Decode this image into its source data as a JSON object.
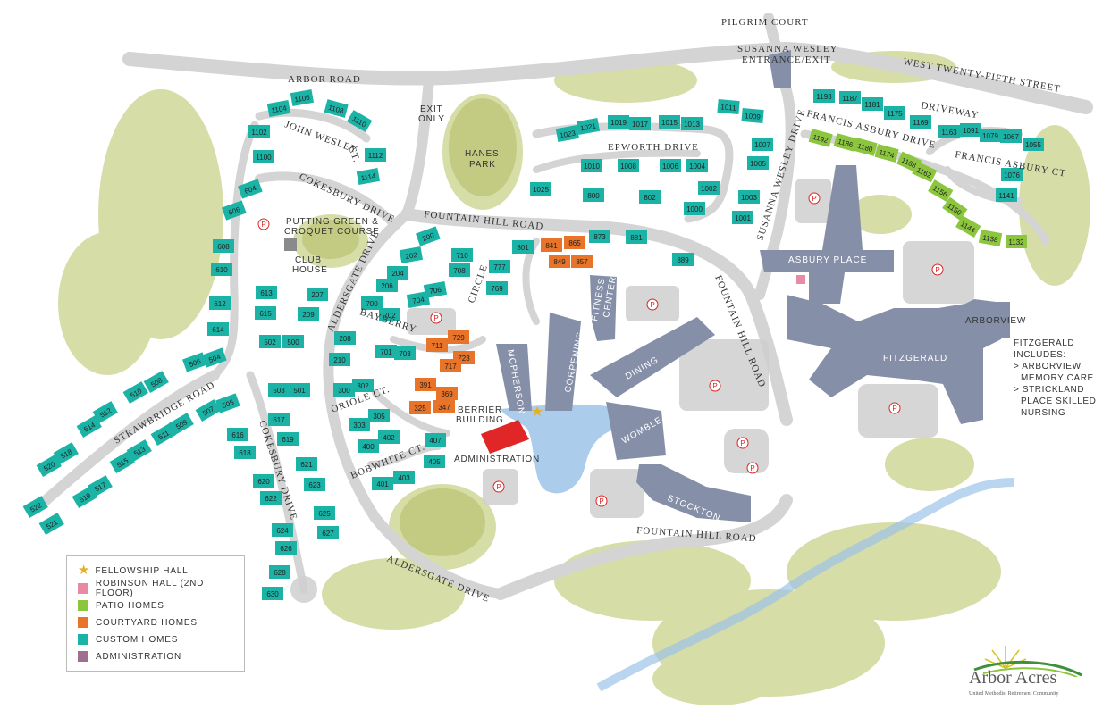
{
  "colors": {
    "custom_homes": "#1bb3a6",
    "patio_homes": "#8cc63f",
    "courtyard_homes": "#e8742a",
    "administration": "#9e6f8e",
    "robinson_hall": "#e88aa4",
    "buildings": "#8590a8",
    "berrier": "#e02626",
    "roads": "#d4d4d4",
    "trees": "#c9d28a",
    "water": "#9cc3e8",
    "parking": "#cfcfcf"
  },
  "roads": {
    "pilgrim_court": "PILGRIM COURT",
    "susanna_wesley_entrance": "SUSANNA WESLEY",
    "entrance_exit": "ENTRANCE/EXIT",
    "west_25th": "WEST TWENTY-FIFTH STREET",
    "arbor_road": "ARBOR ROAD",
    "driveway": "DRIVEWAY",
    "exit_only_1": "EXIT",
    "exit_only_2": "ONLY",
    "john_wesley": "JOHN WESLEY",
    "ct": "CT.",
    "francis_asbury_drive": "FRANCIS ASBURY DRIVE",
    "francis_asbury_ct": "FRANCIS ASBURY CT",
    "epworth_drive": "EPWORTH DRIVE",
    "cokesbury_drive_top": "COKESBURY DRIVE",
    "fountain_hill_road_top": "FOUNTAIN HILL ROAD",
    "susanna_wesley_drive": "SUSANNA WESLEY DRIVE",
    "aldersgate_drive_top": "ALDERSGATE DRIVE",
    "circle": "CIRCLE",
    "bayberry": "BAYBERRY",
    "fountain_hill_road_east": "FOUNTAIN HILL ROAD",
    "strawbridge_road": "STRAWBRIDGE ROAD",
    "oriole_ct": "ORIOLE CT.",
    "cokesbury_drive_bottom": "COKESBURY DRIVE",
    "bobwhite_ct": "BOBWHITE CT.",
    "fountain_hill_road_bottom": "FOUNTAIN HILL ROAD",
    "aldersgate_drive_bottom": "ALDERSGATE DRIVE"
  },
  "places": {
    "hanes_park_1": "HANES",
    "hanes_park_2": "PARK",
    "putting_green_1": "PUTTING GREEN &",
    "putting_green_2": "CROQUET COURSE",
    "club_house_1": "CLUB",
    "club_house_2": "HOUSE",
    "berrier_1": "BERRIER",
    "berrier_2": "BUILDING",
    "administration": "ADMINISTRATION",
    "arborview": "ARBORVIEW"
  },
  "buildings": {
    "asbury_place": "ASBURY PLACE",
    "fitzgerald": "FITZGERALD",
    "fitness_1": "FITNESS",
    "fitness_2": "CENTER",
    "corpening": "CORPENING",
    "mcpherson": "MCPHERSON",
    "dining": "DINING",
    "womble": "WOMBLE",
    "stockton": "STOCKTON"
  },
  "parking_label": "P",
  "fitzgerald_note": {
    "title": "FITZGERALD",
    "includes": "INCLUDES:",
    "item1": "> ARBORVIEW",
    "item1b": "MEMORY CARE",
    "item2": "> STRICKLAND",
    "item2b": "PLACE SKILLED",
    "item2c": "NURSING"
  },
  "legend": [
    {
      "label": "FELLOWSHIP HALL",
      "color": "#e8b020",
      "icon": "star-icon"
    },
    {
      "label": "ROBINSON HALL (2ND FLOOR)",
      "color": "#e88aa4"
    },
    {
      "label": "PATIO HOMES",
      "color": "#8cc63f"
    },
    {
      "label": "COURTYARD HOMES",
      "color": "#e8742a"
    },
    {
      "label": "CUSTOM HOMES",
      "color": "#1bb3a6"
    },
    {
      "label": "ADMINISTRATION",
      "color": "#9e6f8e"
    }
  ],
  "logo": {
    "name": "Arbor Acres",
    "tagline": "United Methodist Retirement Community"
  },
  "homes": [
    {
      "n": "1104",
      "t": "custom"
    },
    {
      "n": "1106",
      "t": "custom"
    },
    {
      "n": "1108",
      "t": "custom"
    },
    {
      "n": "1110",
      "t": "custom"
    },
    {
      "n": "1102",
      "t": "custom"
    },
    {
      "n": "1100",
      "t": "custom"
    },
    {
      "n": "1112",
      "t": "custom"
    },
    {
      "n": "1114",
      "t": "custom"
    },
    {
      "n": "604",
      "t": "custom"
    },
    {
      "n": "606",
      "t": "custom"
    },
    {
      "n": "608",
      "t": "custom"
    },
    {
      "n": "610",
      "t": "custom"
    },
    {
      "n": "612",
      "t": "custom"
    },
    {
      "n": "614",
      "t": "custom"
    },
    {
      "n": "613",
      "t": "custom"
    },
    {
      "n": "615",
      "t": "custom"
    },
    {
      "n": "502",
      "t": "custom"
    },
    {
      "n": "500",
      "t": "custom"
    },
    {
      "n": "506",
      "t": "custom"
    },
    {
      "n": "504",
      "t": "custom"
    },
    {
      "n": "510",
      "t": "custom"
    },
    {
      "n": "508",
      "t": "custom"
    },
    {
      "n": "512",
      "t": "custom"
    },
    {
      "n": "514",
      "t": "custom"
    },
    {
      "n": "518",
      "t": "custom"
    },
    {
      "n": "520",
      "t": "custom"
    },
    {
      "n": "515",
      "t": "custom"
    },
    {
      "n": "513",
      "t": "custom"
    },
    {
      "n": "511",
      "t": "custom"
    },
    {
      "n": "509",
      "t": "custom"
    },
    {
      "n": "507",
      "t": "custom"
    },
    {
      "n": "505",
      "t": "custom"
    },
    {
      "n": "517",
      "t": "custom"
    },
    {
      "n": "519",
      "t": "custom"
    },
    {
      "n": "522",
      "t": "custom"
    },
    {
      "n": "521",
      "t": "custom"
    },
    {
      "n": "503",
      "t": "custom"
    },
    {
      "n": "501",
      "t": "custom"
    },
    {
      "n": "617",
      "t": "custom"
    },
    {
      "n": "619",
      "t": "custom"
    },
    {
      "n": "616",
      "t": "custom"
    },
    {
      "n": "618",
      "t": "custom"
    },
    {
      "n": "621",
      "t": "custom"
    },
    {
      "n": "623",
      "t": "custom"
    },
    {
      "n": "620",
      "t": "custom"
    },
    {
      "n": "622",
      "t": "custom"
    },
    {
      "n": "625",
      "t": "custom"
    },
    {
      "n": "627",
      "t": "custom"
    },
    {
      "n": "624",
      "t": "custom"
    },
    {
      "n": "626",
      "t": "custom"
    },
    {
      "n": "628",
      "t": "custom"
    },
    {
      "n": "630",
      "t": "custom"
    },
    {
      "n": "207",
      "t": "custom"
    },
    {
      "n": "209",
      "t": "custom"
    },
    {
      "n": "208",
      "t": "custom"
    },
    {
      "n": "210",
      "t": "custom"
    },
    {
      "n": "200",
      "t": "custom"
    },
    {
      "n": "202",
      "t": "custom"
    },
    {
      "n": "204",
      "t": "custom"
    },
    {
      "n": "206",
      "t": "custom"
    },
    {
      "n": "700",
      "t": "custom"
    },
    {
      "n": "702",
      "t": "custom"
    },
    {
      "n": "704",
      "t": "custom"
    },
    {
      "n": "706",
      "t": "custom"
    },
    {
      "n": "710",
      "t": "custom"
    },
    {
      "n": "708",
      "t": "custom"
    },
    {
      "n": "701",
      "t": "custom"
    },
    {
      "n": "703",
      "t": "custom"
    },
    {
      "n": "300",
      "t": "custom"
    },
    {
      "n": "302",
      "t": "custom"
    },
    {
      "n": "303",
      "t": "custom"
    },
    {
      "n": "305",
      "t": "custom"
    },
    {
      "n": "400",
      "t": "custom"
    },
    {
      "n": "402",
      "t": "custom"
    },
    {
      "n": "401",
      "t": "custom"
    },
    {
      "n": "403",
      "t": "custom"
    },
    {
      "n": "407",
      "t": "custom"
    },
    {
      "n": "405",
      "t": "custom"
    },
    {
      "n": "729",
      "t": "courtyard"
    },
    {
      "n": "711",
      "t": "courtyard"
    },
    {
      "n": "723",
      "t": "courtyard"
    },
    {
      "n": "717",
      "t": "courtyard"
    },
    {
      "n": "391",
      "t": "courtyard"
    },
    {
      "n": "369",
      "t": "courtyard"
    },
    {
      "n": "325",
      "t": "courtyard"
    },
    {
      "n": "347",
      "t": "courtyard"
    },
    {
      "n": "841",
      "t": "courtyard"
    },
    {
      "n": "865",
      "t": "courtyard"
    },
    {
      "n": "849",
      "t": "courtyard"
    },
    {
      "n": "857",
      "t": "courtyard"
    },
    {
      "n": "777",
      "t": "custom"
    },
    {
      "n": "769",
      "t": "custom"
    },
    {
      "n": "801",
      "t": "custom"
    },
    {
      "n": "873",
      "t": "custom"
    },
    {
      "n": "881",
      "t": "custom"
    },
    {
      "n": "889",
      "t": "custom"
    },
    {
      "n": "1023",
      "t": "custom"
    },
    {
      "n": "1021",
      "t": "custom"
    },
    {
      "n": "1019",
      "t": "custom"
    },
    {
      "n": "1017",
      "t": "custom"
    },
    {
      "n": "1015",
      "t": "custom"
    },
    {
      "n": "1013",
      "t": "custom"
    },
    {
      "n": "1011",
      "t": "custom"
    },
    {
      "n": "1009",
      "t": "custom"
    },
    {
      "n": "1007",
      "t": "custom"
    },
    {
      "n": "1005",
      "t": "custom"
    },
    {
      "n": "1003",
      "t": "custom"
    },
    {
      "n": "1001",
      "t": "custom"
    },
    {
      "n": "1010",
      "t": "custom"
    },
    {
      "n": "1008",
      "t": "custom"
    },
    {
      "n": "1006",
      "t": "custom"
    },
    {
      "n": "1004",
      "t": "custom"
    },
    {
      "n": "1002",
      "t": "custom"
    },
    {
      "n": "1000",
      "t": "custom"
    },
    {
      "n": "1025",
      "t": "custom"
    },
    {
      "n": "800",
      "t": "custom"
    },
    {
      "n": "802",
      "t": "custom"
    },
    {
      "n": "1193",
      "t": "custom"
    },
    {
      "n": "1187",
      "t": "custom"
    },
    {
      "n": "1181",
      "t": "custom"
    },
    {
      "n": "1175",
      "t": "custom"
    },
    {
      "n": "1169",
      "t": "custom"
    },
    {
      "n": "1163",
      "t": "custom"
    },
    {
      "n": "1091",
      "t": "custom"
    },
    {
      "n": "1079",
      "t": "custom"
    },
    {
      "n": "1067",
      "t": "custom"
    },
    {
      "n": "1055",
      "t": "custom"
    },
    {
      "n": "1076",
      "t": "custom"
    },
    {
      "n": "1141",
      "t": "custom"
    },
    {
      "n": "1192",
      "t": "patio"
    },
    {
      "n": "1186",
      "t": "patio"
    },
    {
      "n": "1180",
      "t": "patio"
    },
    {
      "n": "1174",
      "t": "patio"
    },
    {
      "n": "1168",
      "t": "patio"
    },
    {
      "n": "1162",
      "t": "patio"
    },
    {
      "n": "1156",
      "t": "patio"
    },
    {
      "n": "1150",
      "t": "patio"
    },
    {
      "n": "1144",
      "t": "patio"
    },
    {
      "n": "1138",
      "t": "patio"
    },
    {
      "n": "1132",
      "t": "patio"
    }
  ]
}
